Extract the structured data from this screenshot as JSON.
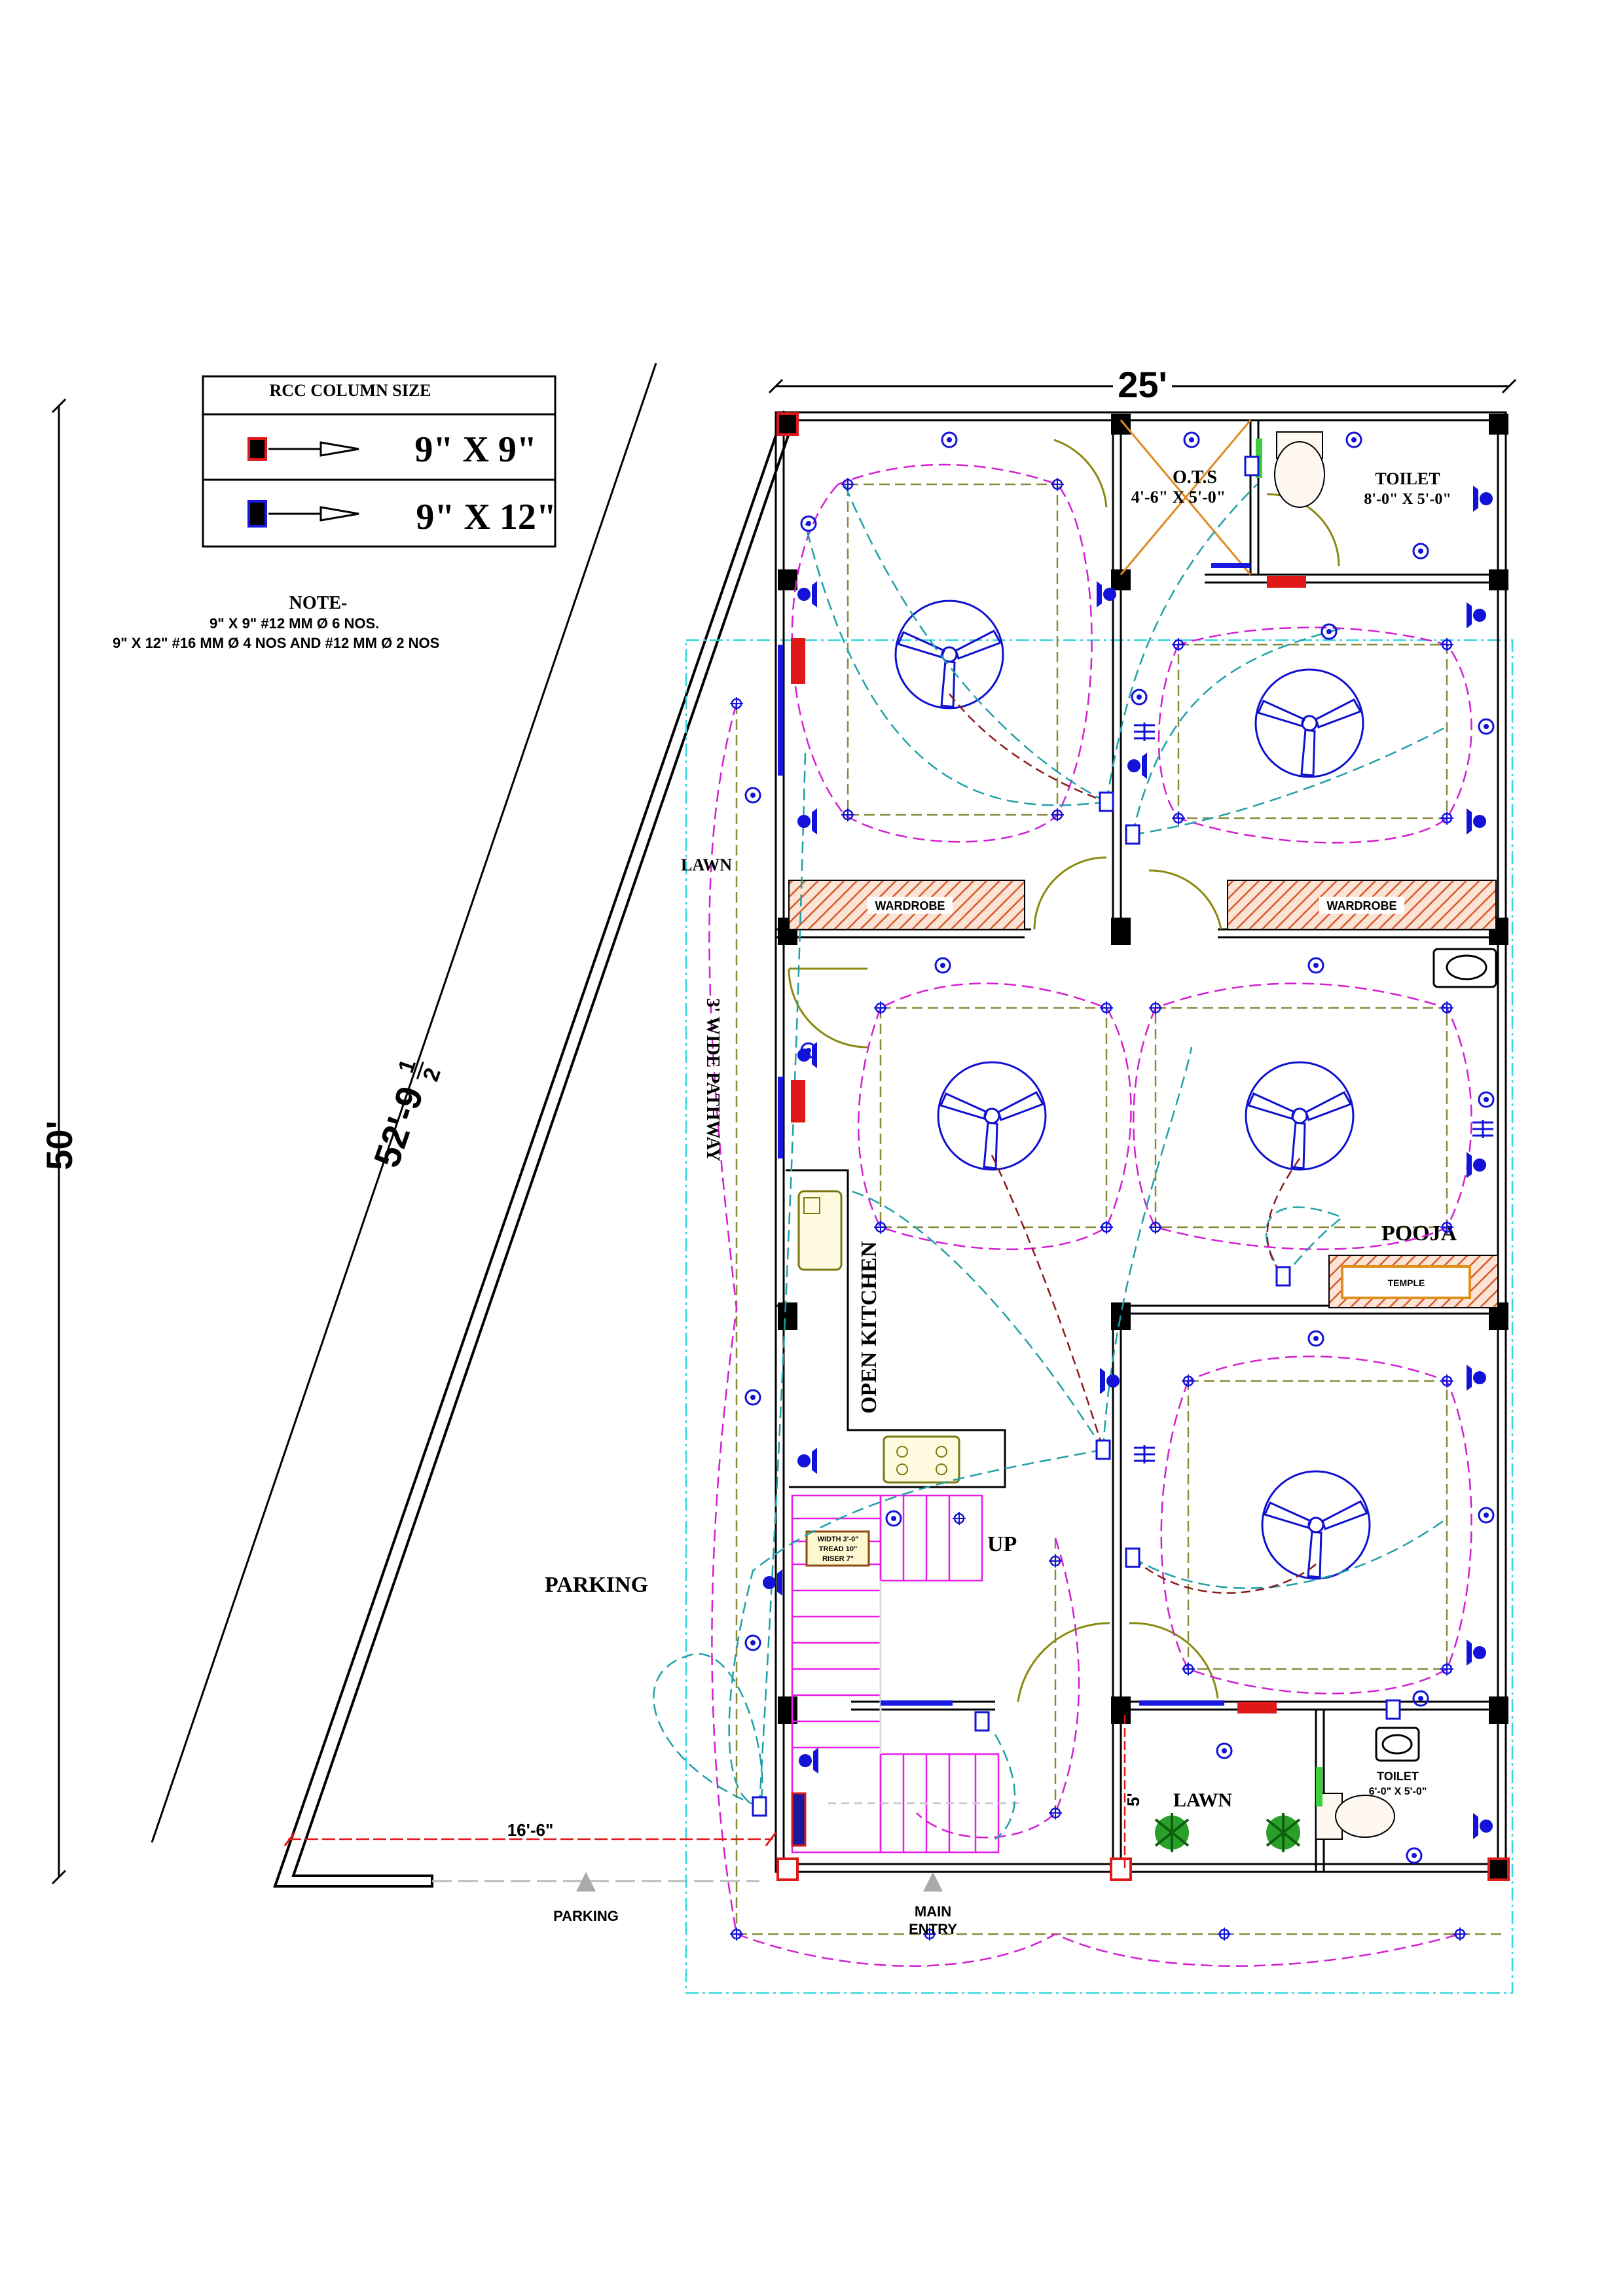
{
  "legend": {
    "title": "RCC COLUMN SIZE",
    "rows": [
      {
        "size": "9\" X 9\"",
        "swatch_color": "#e01818"
      },
      {
        "size": "9\" X 12\"",
        "swatch_color": "#1818e0"
      }
    ]
  },
  "note": {
    "title": "NOTE-",
    "lines": [
      "9\" X 9\"  #12 MM Ø 6 NOS.",
      "9\" X 12\"  #16 MM Ø 4 NOS AND #12 MM Ø 2 NOS"
    ]
  },
  "dimensions": {
    "width": "25'",
    "overall_length": "50'",
    "diagonal": "52'-9",
    "diagonal_frac_num": "1",
    "diagonal_frac_den": "2",
    "setback": "16'-6\"",
    "front_gap": "5'"
  },
  "rooms": {
    "ots_name": "O.T.S",
    "ots_size": "4'-6\" X 5'-0\"",
    "toilet1_name": "TOILET",
    "toilet1_size": "8'-0\" X 5'-0\"",
    "wardrobe_left": "WARDROBE",
    "wardrobe_right": "WARDROBE",
    "lawn_side": "LAWN",
    "pathway": "3' WIDE PATHWAY",
    "open_kitchen": "OPEN KITCHEN",
    "pooja": "POOJA",
    "temple": "TEMPLE",
    "stair_up": "UP",
    "stair_note": [
      "WIDTH 3'-0\"",
      "TREAD 10\"",
      "RISER 7\""
    ],
    "parking_label": "PARKING",
    "lawn_front": "LAWN",
    "toilet2_name": "TOILET",
    "toilet2_size": "6'-0\" X 5'-0\"",
    "parking_arrow": "PARKING",
    "main_entry": [
      "MAIN",
      "ENTRY"
    ]
  },
  "colors": {
    "wiring_primary": "#d21fd2",
    "wiring_secondary": "#1fa0a8",
    "wiring_feed": "#8b1a1a",
    "fixtures": "#1212d8",
    "wardrobe_hatch": "#d85a2a",
    "door_swing": "#8a8a10",
    "site_boundary": "#35d6e0"
  }
}
